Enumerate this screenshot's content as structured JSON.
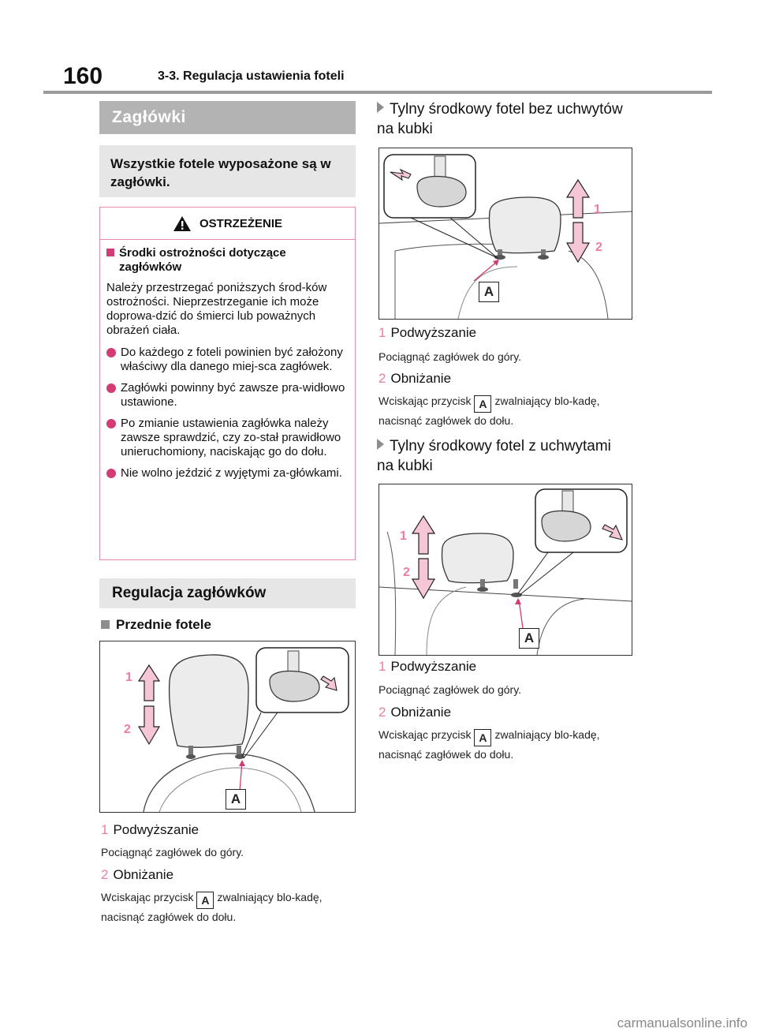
{
  "header": {
    "page_number": "160",
    "running_title": "3-3. Regulacja ustawienia foteli"
  },
  "left": {
    "section_title": "Zagłówki",
    "note": "Wszystkie fotele wyposażone są w zagłówki.",
    "warning": {
      "title": "OSTRZEŻENIE",
      "subtitle": "Środki ostrożności dotyczące zagłówków",
      "paragraph": "Należy przestrzegać poniższych środ-ków ostrożności. Nieprzestrzeganie ich może doprowa-dzić do śmierci lub poważnych obrażeń ciała.",
      "bullets": [
        "Do każdego z foteli powinien być założony właściwy dla danego miej-sca zagłówek.",
        "Zagłówki powinny być zawsze pra-widłowo ustawione.",
        "Po zmianie ustawienia zagłówka należy zawsze sprawdzić, czy zo-stał prawidłowo unieruchomiony, naciskając go do dołu.",
        "Nie wolno jeździć z wyjętymi za-główkami."
      ]
    },
    "adjust_title": "Regulacja zagłówków",
    "front_title": "Przednie fotele",
    "front_steps": [
      {
        "num": "1",
        "label": "Podwyższanie",
        "desc": "Pociągnąć zagłówek do góry."
      },
      {
        "num": "2",
        "label": "Obniżanie",
        "desc_before": "Wciskając przycisk",
        "key": "A",
        "desc_after": "zwalniający blo-kadę, nacisnąć zagłówek do dołu."
      }
    ]
  },
  "right": {
    "rear_no_cup": "Tylny środkowy fotel bez uchwytów na kubki",
    "rear_no_cup_steps": [
      {
        "num": "1",
        "label": "Podwyższanie",
        "desc": "Pociągnąć zagłówek do góry."
      },
      {
        "num": "2",
        "label": "Obniżanie",
        "desc_before": "Wciskając przycisk",
        "key": "A",
        "desc_after": "zwalniający blo-kadę, nacisnąć zagłówek do dołu."
      }
    ],
    "rear_cup": "Tylny środkowy fotel z uchwytami na kubki",
    "rear_cup_steps": [
      {
        "num": "1",
        "label": "Podwyższanie",
        "desc": "Pociągnąć zagłówek do góry."
      },
      {
        "num": "2",
        "label": "Obniżanie",
        "desc_before": "Wciskając przycisk",
        "key": "A",
        "desc_after": "zwalniający blo-kadę, nacisnąć zagłówek do dołu."
      }
    ]
  },
  "figure_labels": {
    "up": "1",
    "down": "2",
    "button": "A"
  },
  "watermark": "carmanualsonline.info",
  "colors": {
    "accent": "#d23b73",
    "arrow_fill": "#f5c6d5",
    "gray_bar": "#b3b3b3",
    "light_box": "#e6e6e6"
  }
}
